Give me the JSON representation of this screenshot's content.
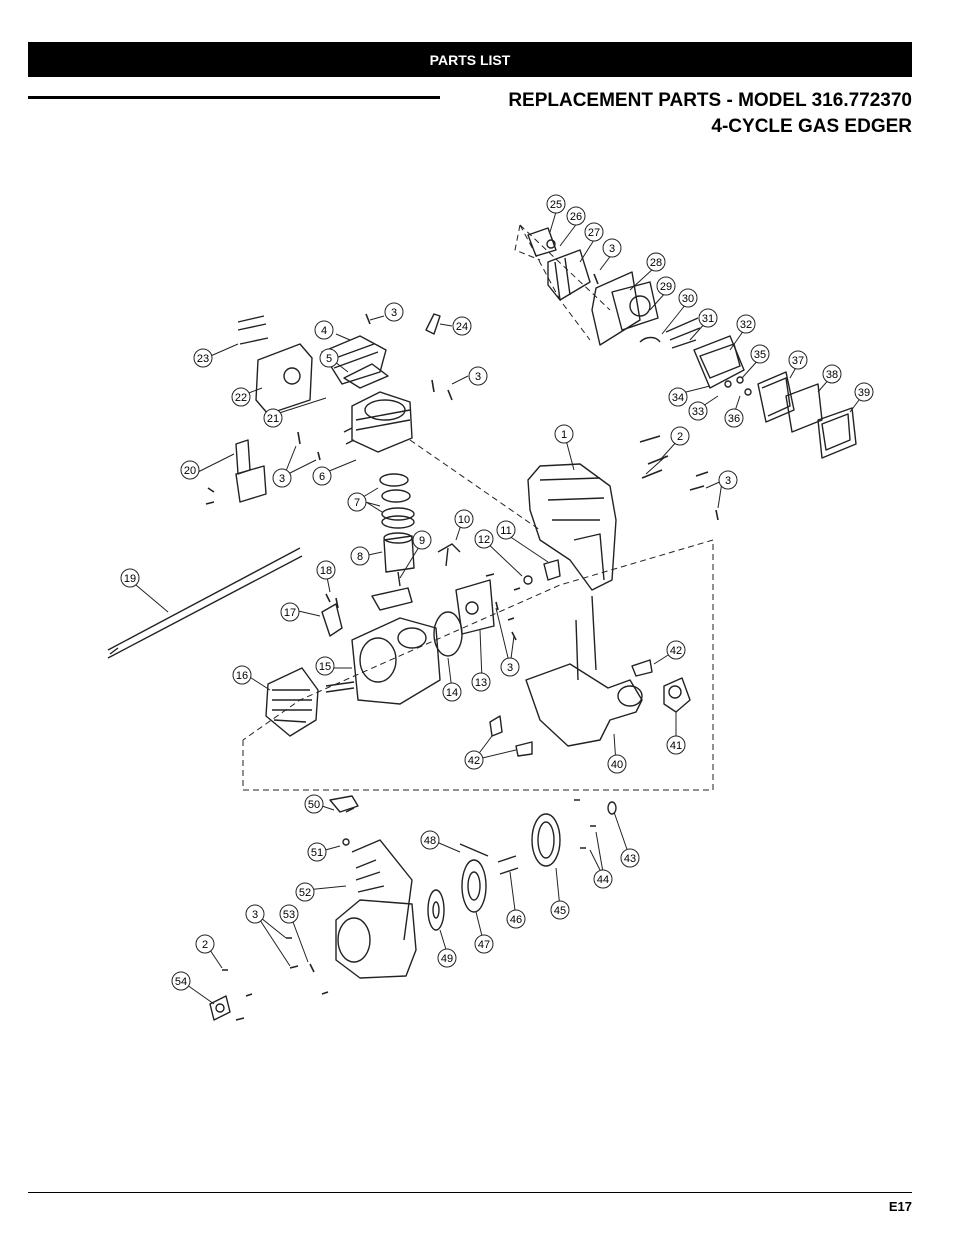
{
  "header": {
    "section": "PARTS LIST"
  },
  "title": {
    "line1": "REPLACEMENT PARTS - MODEL 316.772370",
    "line2": "4-CYCLE GAS EDGER"
  },
  "footer": {
    "page_number": "E17"
  },
  "callouts": [
    "25",
    "26",
    "27",
    "3",
    "28",
    "29",
    "30",
    "31",
    "32",
    "4",
    "3",
    "24",
    "23",
    "5",
    "35",
    "37",
    "38",
    "39",
    "22",
    "3",
    "34",
    "33",
    "36",
    "21",
    "1",
    "2",
    "20",
    "3",
    "6",
    "3",
    "7",
    "10",
    "11",
    "12",
    "8",
    "9",
    "19",
    "18",
    "17",
    "42",
    "15",
    "14",
    "13",
    "3",
    "16",
    "40",
    "41",
    "42",
    "50",
    "43",
    "48",
    "44",
    "51",
    "45",
    "52",
    "46",
    "47",
    "3",
    "53",
    "49",
    "2",
    "54"
  ]
}
